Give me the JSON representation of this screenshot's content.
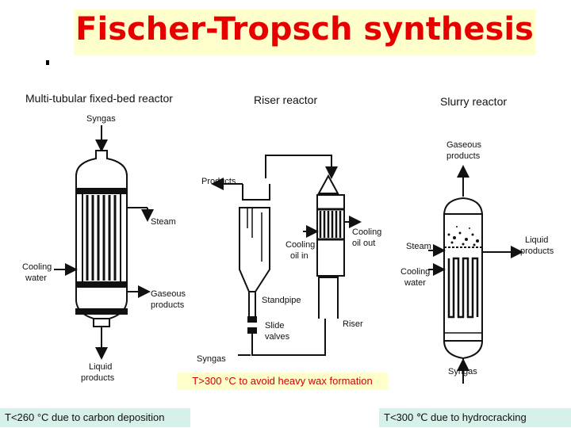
{
  "title": "Fischer-Tropsch synthesis",
  "reactors": {
    "multitubular": {
      "heading": "Multi-tubular fixed-bed reactor",
      "syngas": "Syngas",
      "steam": "Steam",
      "cooling_water_1": "Cooling",
      "cooling_water_2": "water",
      "gaseous_1": "Gaseous",
      "gaseous_2": "products",
      "liquid_1": "Liquid",
      "liquid_2": "products"
    },
    "riser": {
      "heading": "Riser reactor",
      "products": "Products",
      "cooling_oil_in_1": "Cooling",
      "cooling_oil_in_2": "oil in",
      "cooling_oil_out_1": "Cooling",
      "cooling_oil_out_2": "oil out",
      "standpipe": "Standpipe",
      "slide_valves_1": "Slide",
      "slide_valves_2": "valves",
      "riser": "Riser",
      "syngas": "Syngas"
    },
    "slurry": {
      "heading": "Slurry reactor",
      "gaseous_1": "Gaseous",
      "gaseous_2": "products",
      "steam": "Steam",
      "cooling_water_1": "Cooling",
      "cooling_water_2": "water",
      "liquid_1": "Liquid",
      "liquid_2": "products",
      "syngas": "Syngas"
    }
  },
  "notes": {
    "riser": "T>300 °C to avoid heavy wax formation",
    "fixed_bed": "T<260 °C due to carbon deposition",
    "slurry": "T<300 ℃ due to hydrocracking"
  },
  "colors": {
    "title": "#e60000",
    "title_bg": "#ffffcc",
    "note_bg": "#d6f0ea",
    "note_red": "#d00000"
  }
}
